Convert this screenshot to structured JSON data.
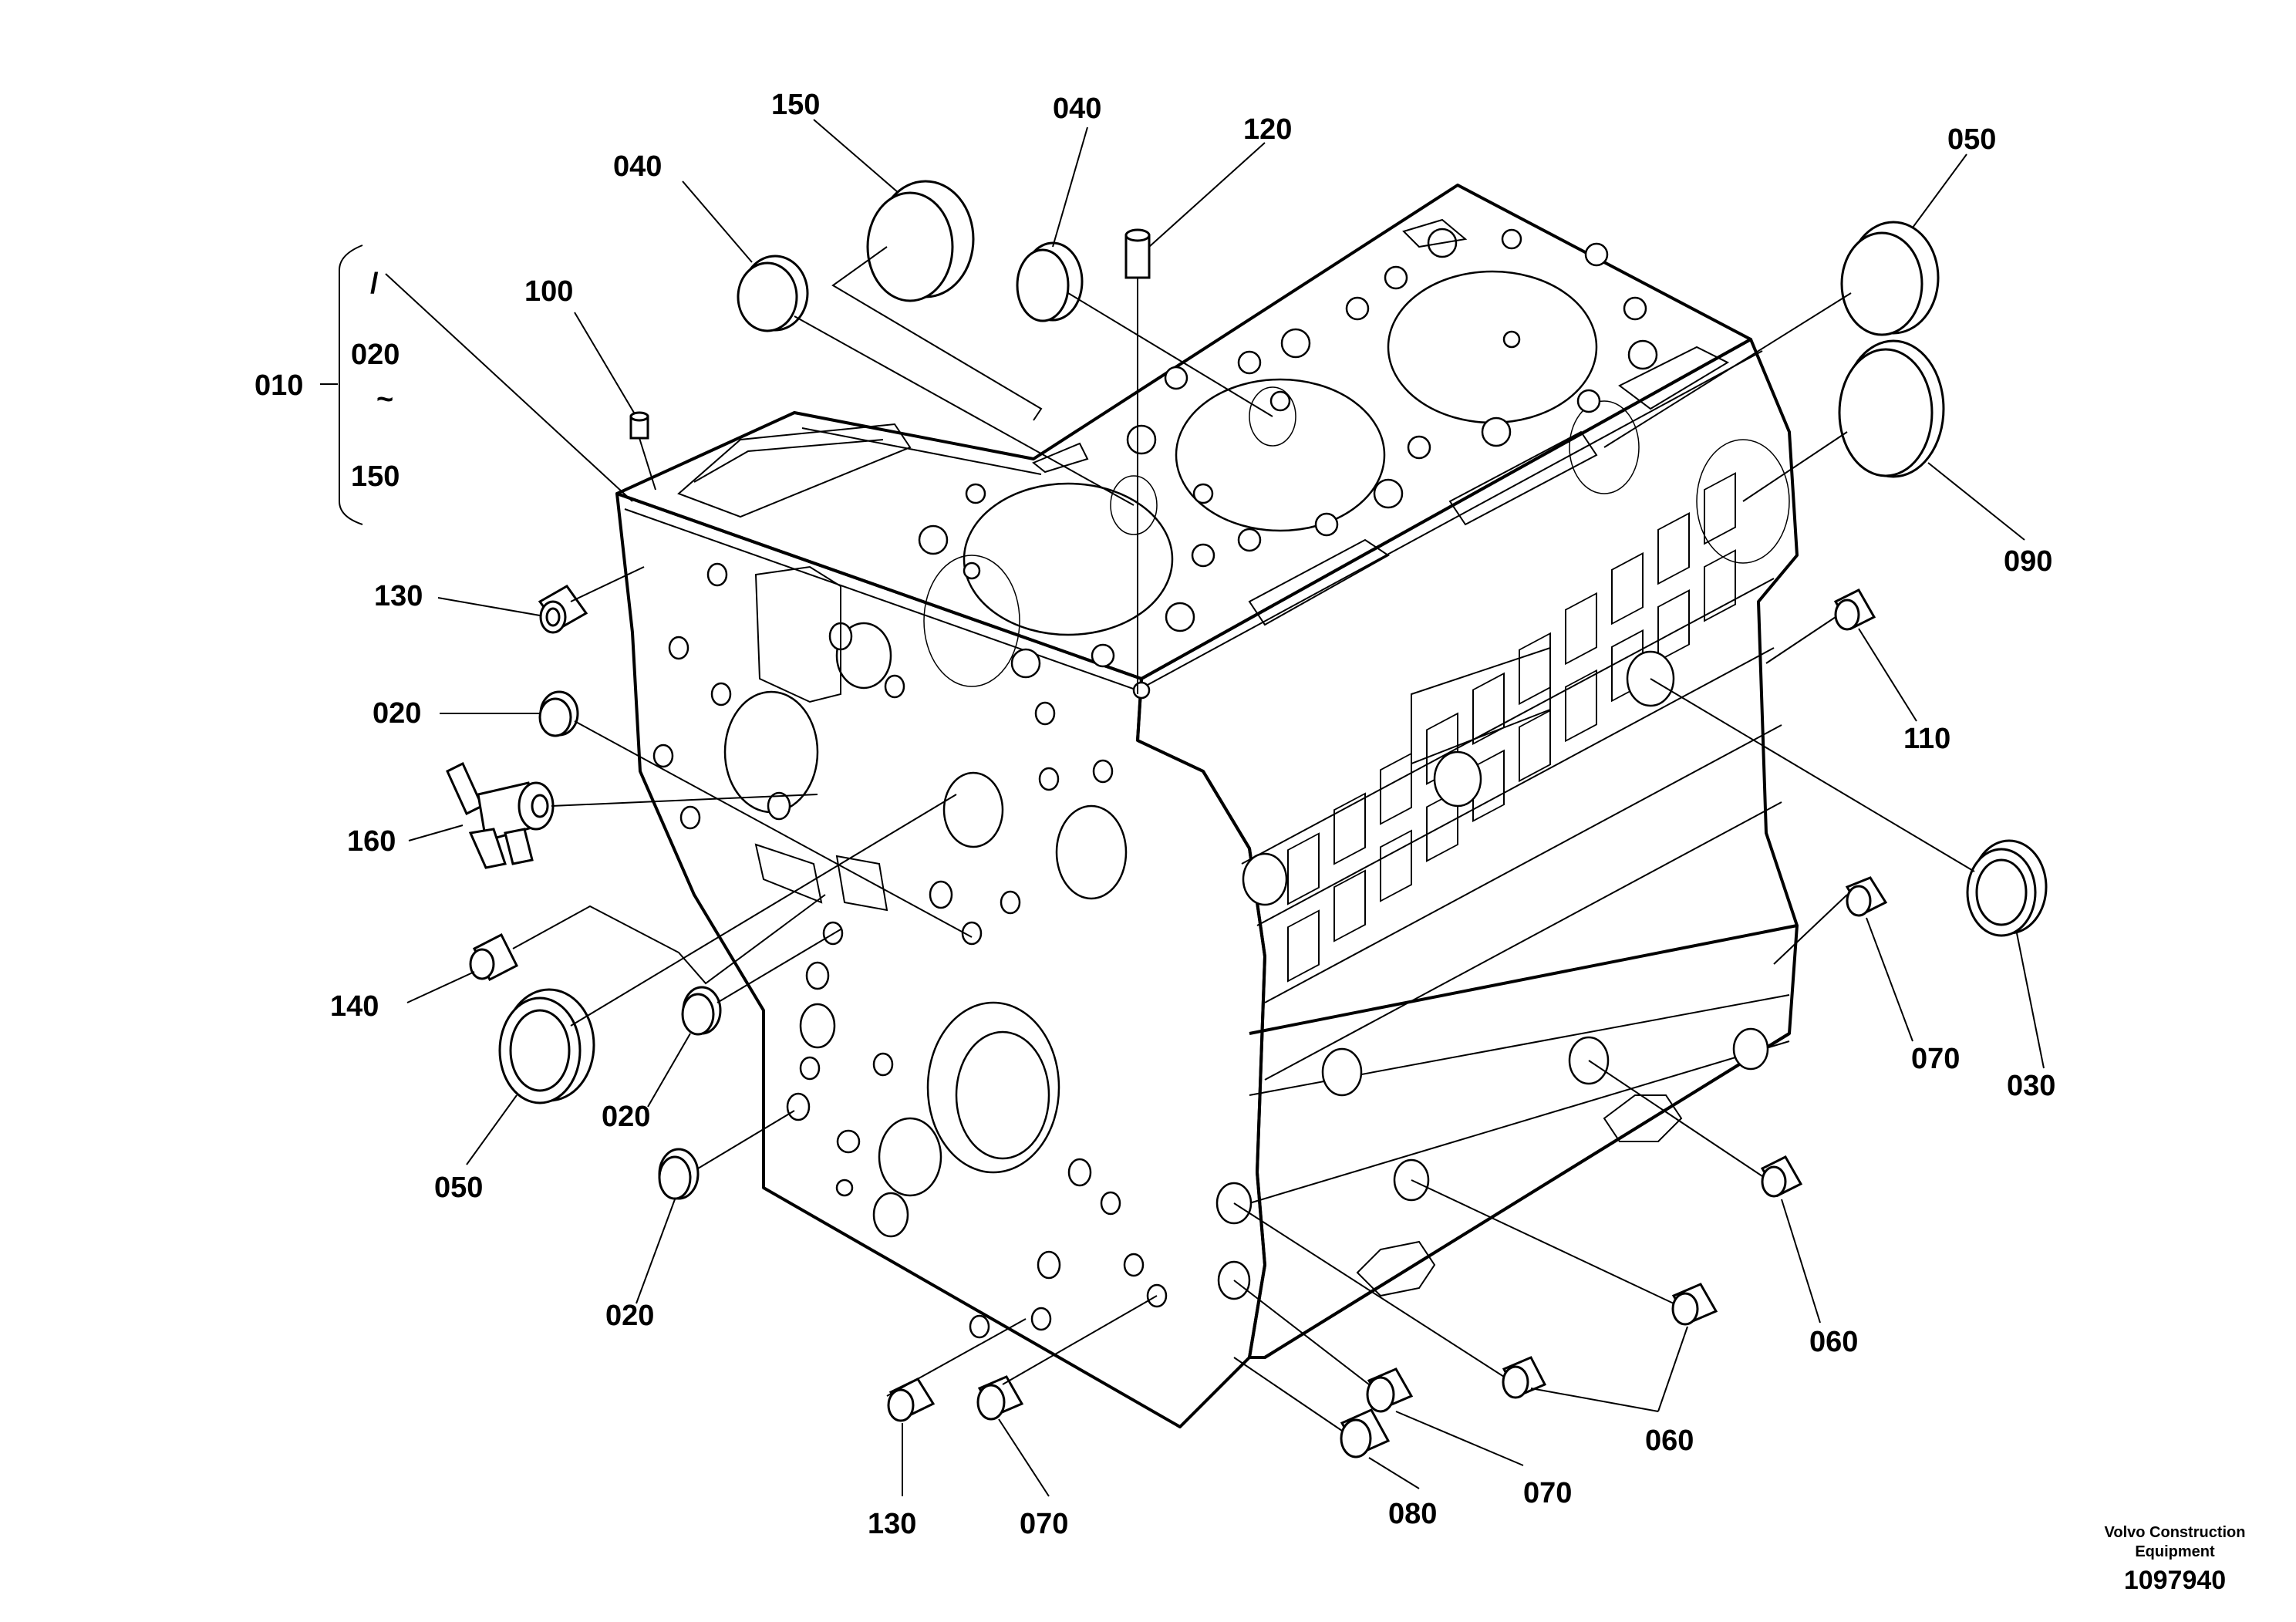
{
  "diagram": {
    "bracket": {
      "label": "010",
      "top": "/",
      "middle": "020",
      "tilde": "~",
      "bottom": "150"
    },
    "labels": {
      "l150_top": "150",
      "l040_left": "040",
      "l040_mid": "040",
      "l120": "120",
      "l050_top": "050",
      "l100": "100",
      "l090": "090",
      "l130_top": "130",
      "l110": "110",
      "l020_a": "020",
      "l160": "160",
      "l140": "140",
      "l050_bottom": "050",
      "l020_b": "020",
      "l070_right": "070",
      "l030": "030",
      "l020_c": "020",
      "l060_right": "060",
      "l060_bottom": "060",
      "l130_bottom": "130",
      "l070_bottom": "070",
      "l080": "080",
      "l070_mid": "070"
    },
    "footer": {
      "company_line1": "Volvo Construction",
      "company_line2": "Equipment",
      "drawing_number": "1097940"
    }
  }
}
